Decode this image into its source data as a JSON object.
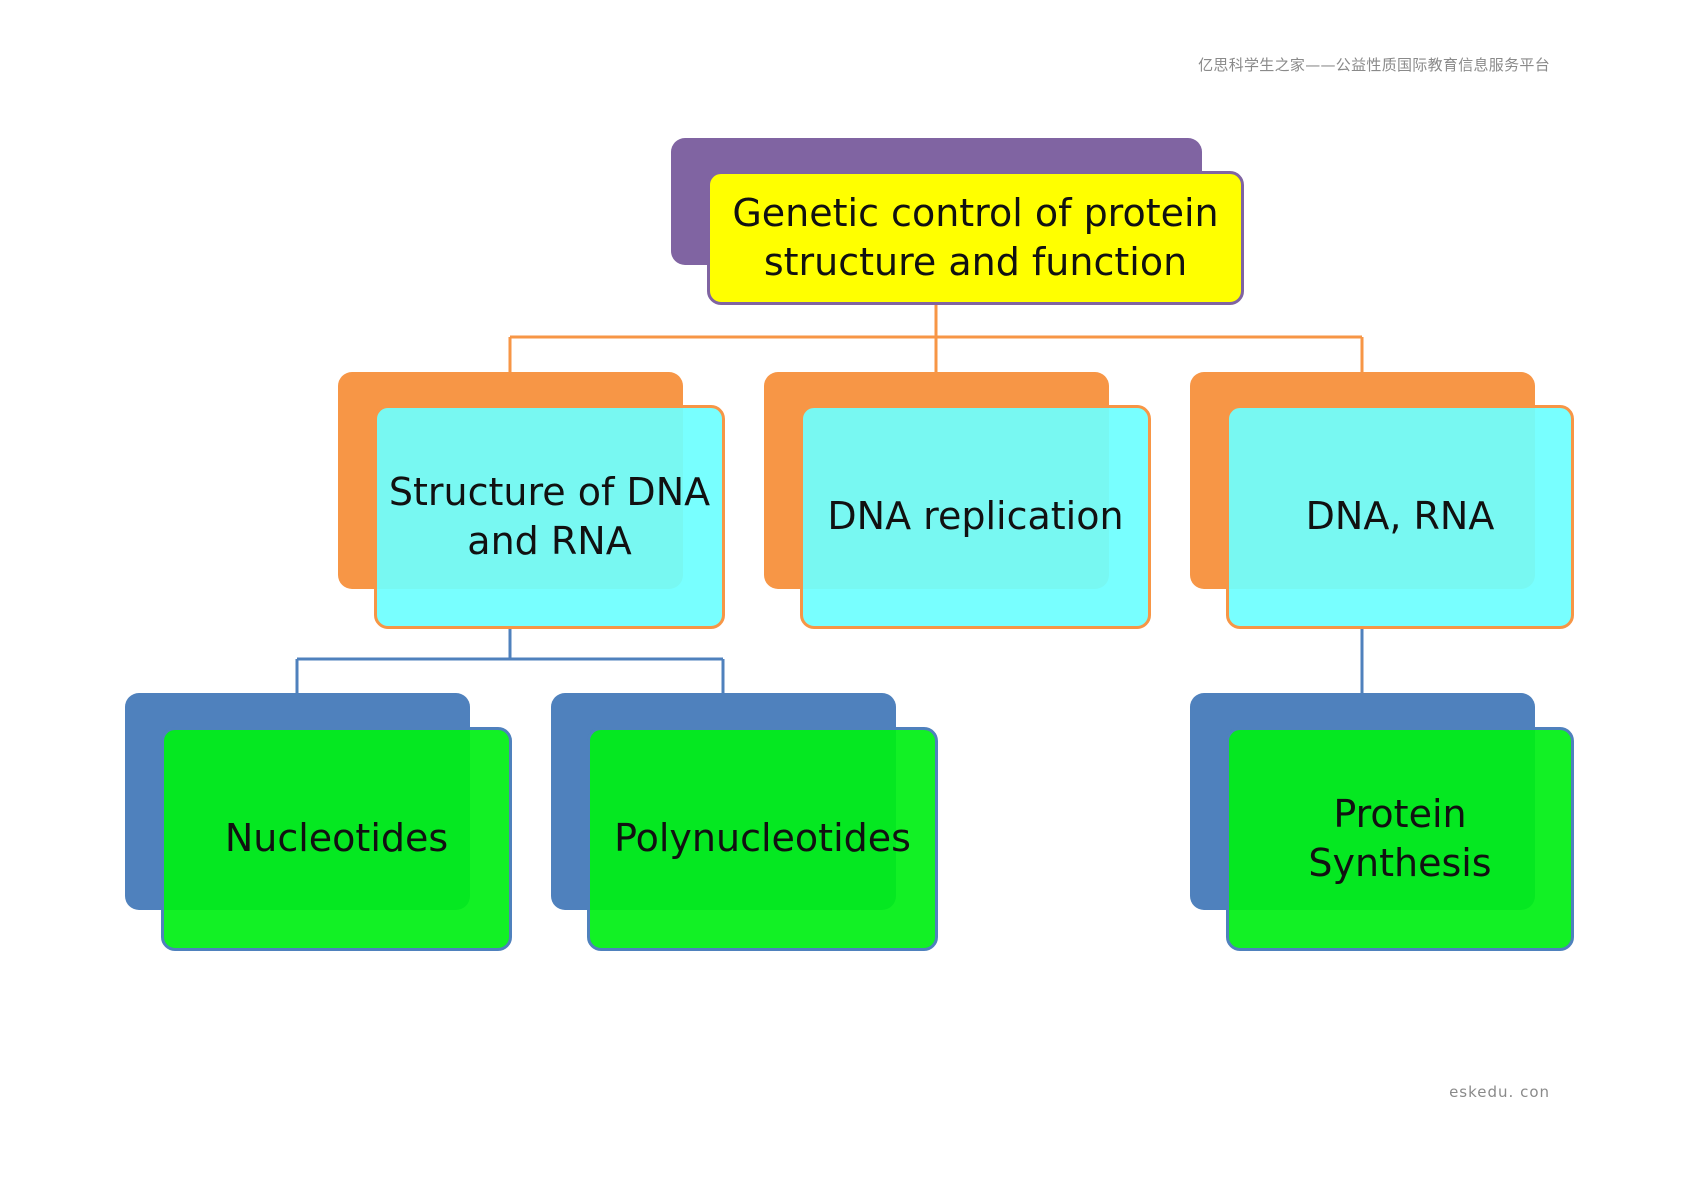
{
  "header": {
    "watermark": "亿思科学生之家——公益性质国际教育信息服务平台"
  },
  "footer": {
    "site": "eskedu. con"
  },
  "diagram": {
    "root": {
      "label": "Genetic control of protein structure and function"
    },
    "level1": [
      {
        "label": "Structure of DNA and RNA"
      },
      {
        "label": "DNA replication"
      },
      {
        "label": "DNA, RNA"
      }
    ],
    "level2": [
      {
        "label": "Nucleotides"
      },
      {
        "label": "Polynucleotides"
      },
      {
        "label": "Protein Synthesis"
      }
    ],
    "colors": {
      "root_fill": "#ffff00",
      "root_back": "#8064a2",
      "level1_fill": "#6effff",
      "level1_back": "#f79646",
      "level2_fill": "#00f014",
      "level2_back": "#4f81bd"
    }
  }
}
